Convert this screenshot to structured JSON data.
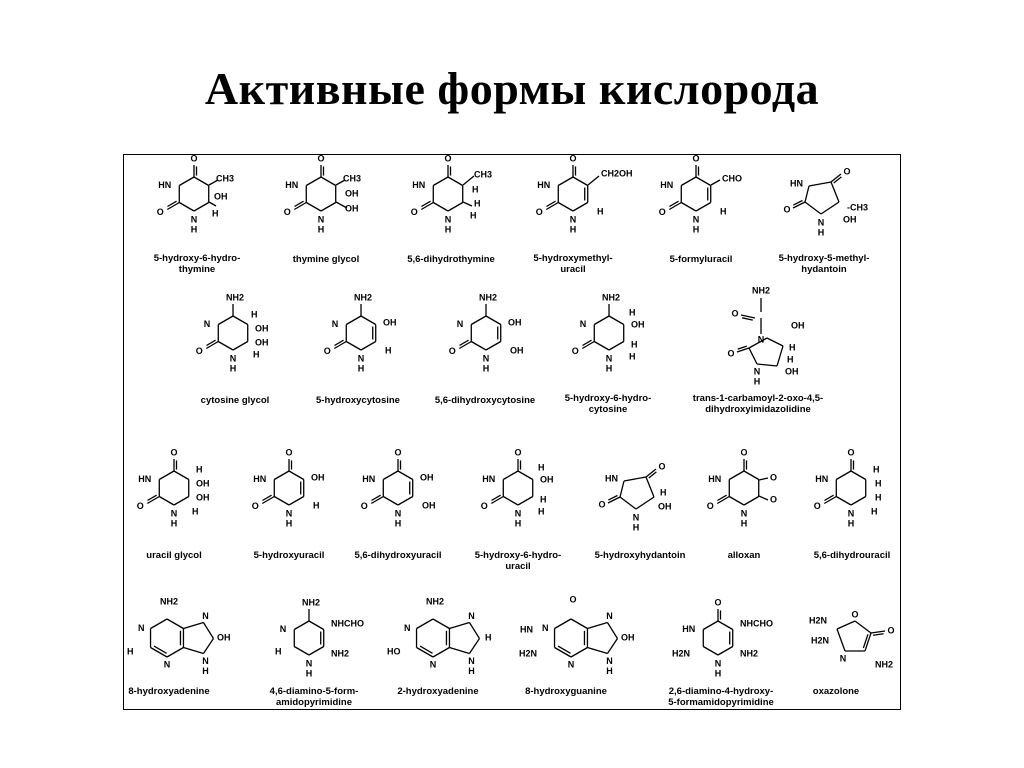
{
  "title": "Активные формы кислорода",
  "compounds": [
    "5-hydroxy-6-hydro-\nthymine",
    "thymine glycol",
    "5,6-dihydrothymine",
    "5-hydroxymethyl-\nuracil",
    "5-formyluracil",
    "5-hydroxy-5-methyl-\nhydantoin",
    "cytosine glycol",
    "5-hydroxycytosine",
    "5,6-dihydroxycytosine",
    "5-hydroxy-6-hydro-\ncytosine",
    "trans-1-carbamoyl-2-oxo-4,5-\ndihydroxyimidazolidine",
    "uracil glycol",
    "5-hydroxyuracil",
    "5,6-dihydroxyuracil",
    "5-hydroxy-6-hydro-\nuracil",
    "5-hydroxyhydantoin",
    "alloxan",
    "5,6-dihydrouracil",
    "8-hydroxyadenine",
    "4,6-diamino-5-form-\namidopyrimidine",
    "2-hydroxyadenine",
    "8-hydroxyguanine",
    "2,6-diamino-4-hydroxy-\n5-formamidopyrimidine",
    "oxazolone"
  ]
}
